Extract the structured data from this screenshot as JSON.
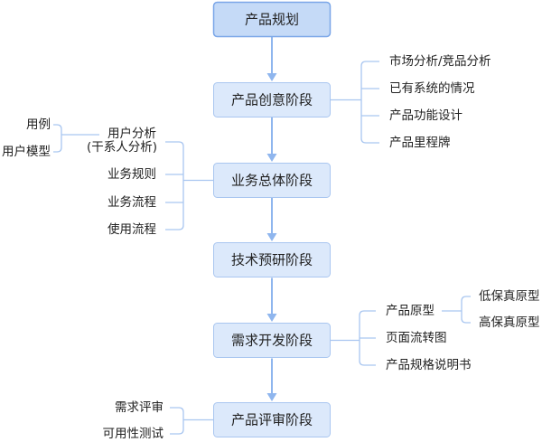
{
  "colors": {
    "box_fill": "#dce9fb",
    "box_border": "#a9c6f0",
    "top_box_fill": "#c5daf7",
    "top_box_border": "#7aa6e8",
    "arrow": "#8fb6ee",
    "connector": "#a9c6f0",
    "text": "#222222"
  },
  "diagram": {
    "stages": [
      {
        "label": "产品规划"
      },
      {
        "label": "产品创意阶段"
      },
      {
        "label": "业务总体阶段"
      },
      {
        "label": "技术预研阶段"
      },
      {
        "label": "需求开发阶段"
      },
      {
        "label": "产品评审阶段"
      }
    ],
    "creative_stage_items": [
      "市场分析/竞品分析",
      "已有系统的情况",
      "产品功能设计",
      "产品里程牌"
    ],
    "business_stage_items": {
      "user_analysis": {
        "label": "用户分析",
        "note": "(干系人分析)",
        "children": [
          "用例",
          "用户模型"
        ]
      },
      "others": [
        "业务规则",
        "业务流程",
        "使用流程"
      ]
    },
    "dev_stage_items": {
      "prototype": {
        "label": "产品原型",
        "children": [
          "低保真原型",
          "高保真原型"
        ]
      },
      "others": [
        "页面流转图",
        "产品规格说明书"
      ]
    },
    "review_stage_items": [
      "需求评审",
      "可用性测试"
    ]
  }
}
